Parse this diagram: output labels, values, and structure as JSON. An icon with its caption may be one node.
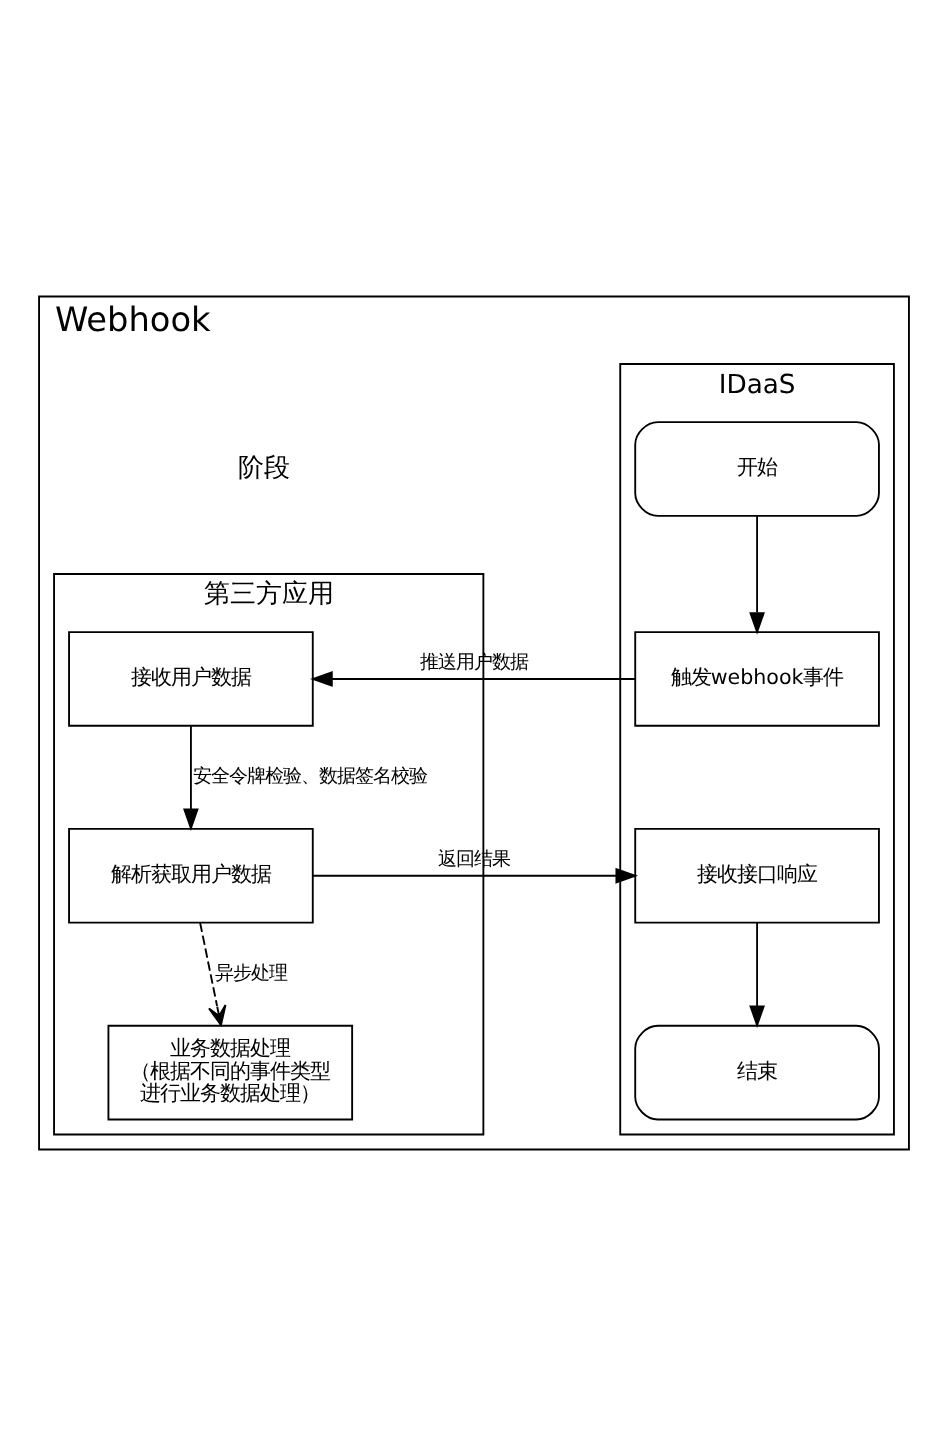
{
  "diagram": {
    "nodes": [
      {
        "text": [
          "Webhook"
        ]
      },
      {
        "text": [
          "IDaaS"
        ],
        "in": 0
      },
      {
        "text": [
          "第三方应用"
        ],
        "in": 0
      },
      {
        "text": [
          "开始"
        ],
        "in": 1
      },
      {
        "text": [
          "触发webhook事件"
        ],
        "in": 1
      },
      {
        "text": [
          "接收用户数据"
        ],
        "in": 2
      },
      {
        "text": [
          "接收接口响应"
        ],
        "in": 1
      },
      {
        "text": [
          "解析获取用户数据"
        ],
        "in": 2
      },
      {
        "text": [
          "结束"
        ],
        "in": 1
      },
      {
        "text": [
          "业务数据处理（根据不同的事件类型进行业务数据处理）"
        ],
        "in": 2
      }
    ],
    "edges": [
      {
        "from": 3,
        "to": 4,
        "arrow": "to"
      },
      {
        "from": 4,
        "to": 5,
        "arrow": "to",
        "label": "推送用户数据"
      },
      {
        "from": 5,
        "to": 7,
        "arrow": "to",
        "label": "安全令牌检验、数据签名校验"
      },
      {
        "from": 7,
        "to": 6,
        "arrow": "to",
        "label": "返回结果"
      },
      {
        "from": 6,
        "to": 8,
        "arrow": "to"
      },
      {
        "from": 7,
        "to": 9,
        "arrow": "to",
        "label": "异步处理",
        "style": "dashed"
      }
    ],
    "labels": [
      "阶段"
    ]
  }
}
